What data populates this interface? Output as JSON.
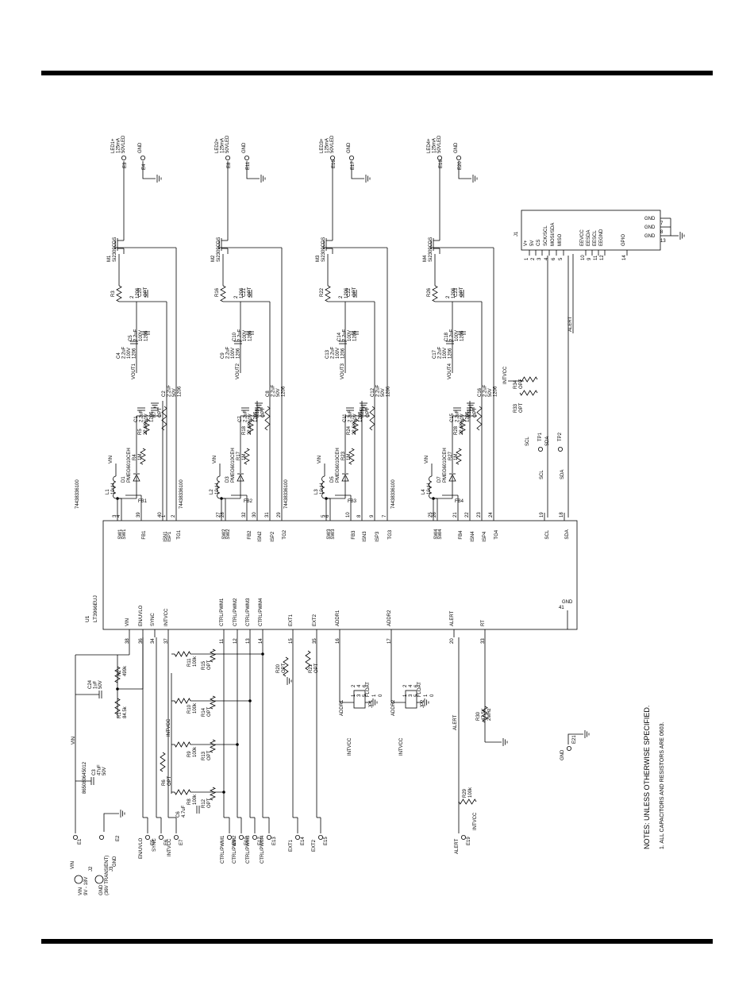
{
  "ic": {
    "ref": "U1",
    "part": "LT3966EUJ",
    "gnd_label": "GND",
    "gnd_pin": "41"
  },
  "left_pins": [
    {
      "num": "38",
      "name": "VIN"
    },
    {
      "num": "36",
      "name": "EN/UVLO"
    },
    {
      "num": "34",
      "name": "SYNC"
    },
    {
      "num": "37",
      "name": "INTVCC"
    },
    {
      "num": "11",
      "name": "CTRL/PWM1"
    },
    {
      "num": "12",
      "name": "CTRL/PWM2"
    },
    {
      "num": "13",
      "name": "CTRL/PWM3"
    },
    {
      "num": "14",
      "name": "CTRL/PWM4"
    },
    {
      "num": "15",
      "name": "EXT1"
    },
    {
      "num": "35",
      "name": "EXT2"
    },
    {
      "num": "16",
      "name": "ADDR1"
    },
    {
      "num": "17",
      "name": "ADDR2"
    },
    {
      "num": "20",
      "name": "ALERT"
    },
    {
      "num": "33",
      "name": "RT"
    }
  ],
  "right_pins": [
    {
      "num": "3",
      "name": "SW1"
    },
    {
      "num": "4",
      "name": "SW1"
    },
    {
      "num": "39",
      "name": "FB1"
    },
    {
      "num": "40",
      "name": "ISN1"
    },
    {
      "num": "1",
      "name": "ISP1"
    },
    {
      "num": "2",
      "name": "TG1"
    },
    {
      "num": "27",
      "name": "SW2"
    },
    {
      "num": "28",
      "name": "SW2"
    },
    {
      "num": "32",
      "name": "FB2"
    },
    {
      "num": "30",
      "name": "ISN2"
    },
    {
      "num": "31",
      "name": "ISP2"
    },
    {
      "num": "29",
      "name": "TG2"
    },
    {
      "num": "5",
      "name": "SW3"
    },
    {
      "num": "6",
      "name": "SW3"
    },
    {
      "num": "10",
      "name": "FB3"
    },
    {
      "num": "8",
      "name": "ISN3"
    },
    {
      "num": "9",
      "name": "ISP3"
    },
    {
      "num": "7",
      "name": "TG3"
    },
    {
      "num": "25",
      "name": "SW4"
    },
    {
      "num": "26",
      "name": "SW4"
    },
    {
      "num": "21",
      "name": "FB4"
    },
    {
      "num": "22",
      "name": "ISN4"
    },
    {
      "num": "23",
      "name": "ISP4"
    },
    {
      "num": "24",
      "name": "TG4"
    },
    {
      "num": "19",
      "name": "SCL"
    },
    {
      "num": "18",
      "name": "SDA"
    }
  ],
  "channels": [
    {
      "inductor": {
        "ref": "L1",
        "value": "10uH",
        "part": "74438336100"
      },
      "diode": {
        "ref": "D1",
        "part": "PMEG6010CEH"
      },
      "fb": "FB1",
      "vin": "VIN",
      "c_out_a": {
        "ref": "C1",
        "v": [
          "2.2uF",
          "50V",
          "1206"
        ]
      },
      "c_out_b": {
        "ref": "C2",
        "v": [
          "2.2uF",
          "50V",
          "1206"
        ]
      },
      "r_top": {
        "ref": "R4",
        "value": "1M"
      },
      "r_bot": {
        "ref": "R5",
        "value": "22.6K"
      },
      "r_opt": {
        "ref": "R7",
        "value": "OPT"
      },
      "vout": "VOUT1",
      "c_v1": {
        "ref": "C4",
        "v": [
          "2.2uF",
          "100V",
          "1206"
        ]
      },
      "c_v2": {
        "ref": "C5",
        "v": [
          "2.2uF",
          "100V",
          "1206"
        ]
      },
      "r_sense": {
        "ref": "R3",
        "v": [
          "2",
          "1206"
        ]
      },
      "c_opt": {
        "ref": "C20",
        "value": "OPT"
      },
      "mosfet": {
        "ref": "M1",
        "part": "Si2309CDS"
      },
      "led_term": {
        "ref": "E3",
        "label": "LED1+",
        "spec": [
          "125mA",
          "50VLED"
        ]
      },
      "gnd_term": {
        "ref": "E4",
        "label": "GND"
      }
    },
    {
      "inductor": {
        "ref": "L2",
        "value": "10uH",
        "part": "74438336100"
      },
      "diode": {
        "ref": "D3",
        "part": "PMEG6010CEH"
      },
      "fb": "FB2",
      "vin": "VIN",
      "c_out_a": {
        "ref": "C7",
        "v": [
          "2.2uF",
          "50V",
          "1206"
        ]
      },
      "c_out_b": {
        "ref": "C8",
        "v": [
          "2.2uF",
          "50V",
          "1206"
        ]
      },
      "r_top": {
        "ref": "R17",
        "value": "1M"
      },
      "r_bot": {
        "ref": "R18",
        "value": "22.6K"
      },
      "r_opt": {
        "ref": "R19",
        "value": "OPT"
      },
      "vout": "VOUT2",
      "c_v1": {
        "ref": "C9",
        "v": [
          "2.2uF",
          "100V",
          "1206"
        ]
      },
      "c_v2": {
        "ref": "C10",
        "v": [
          "2.2uF",
          "100V",
          "1206"
        ]
      },
      "r_sense": {
        "ref": "R16",
        "v": [
          "2",
          "1206"
        ]
      },
      "c_opt": {
        "ref": "C21",
        "value": "OPT"
      },
      "mosfet": {
        "ref": "M2",
        "part": "Si2309CDS"
      },
      "led_term": {
        "ref": "E8",
        "label": "LED2+",
        "spec": [
          "125mA",
          "50VLED"
        ]
      },
      "gnd_term": {
        "ref": "E11",
        "label": "GND"
      }
    },
    {
      "inductor": {
        "ref": "L3",
        "value": "10uH",
        "part": "74438336100"
      },
      "diode": {
        "ref": "D5",
        "part": "PMEG6010CEH"
      },
      "fb": "FB3",
      "vin": "VIN",
      "c_out_a": {
        "ref": "C11",
        "v": [
          "2.2uF",
          "50V",
          "1206"
        ]
      },
      "c_out_b": {
        "ref": "C12",
        "v": [
          "2.2uF",
          "50V",
          "1206"
        ]
      },
      "r_top": {
        "ref": "R23",
        "value": "1M"
      },
      "r_bot": {
        "ref": "R24",
        "value": "22.6K"
      },
      "r_opt": {
        "ref": "R25",
        "value": "OPT"
      },
      "vout": "VOUT3",
      "c_v1": {
        "ref": "C13",
        "v": [
          "2.2uF",
          "100V",
          "1206"
        ]
      },
      "c_v2": {
        "ref": "C14",
        "v": [
          "2.2uF",
          "100V",
          "1206"
        ]
      },
      "r_sense": {
        "ref": "R22",
        "v": [
          "2",
          "1206"
        ]
      },
      "c_opt": {
        "ref": "C22",
        "value": "OPT"
      },
      "mosfet": {
        "ref": "M3",
        "part": "Si2309CDS"
      },
      "led_term": {
        "ref": "E16",
        "label": "LED3+",
        "spec": [
          "125mA",
          "50VLED"
        ]
      },
      "gnd_term": {
        "ref": "E17",
        "label": "GND"
      }
    },
    {
      "inductor": {
        "ref": "L4",
        "value": "10uH",
        "part": "74438336100"
      },
      "diode": {
        "ref": "D7",
        "part": "PMEG6010CEH"
      },
      "fb": "FB4",
      "vin": "VIN",
      "c_out_a": {
        "ref": "C15",
        "v": [
          "2.2uF",
          "50V",
          "1206"
        ]
      },
      "c_out_b": {
        "ref": "C16",
        "v": [
          "2.2uF",
          "50V",
          "1206"
        ]
      },
      "r_top": {
        "ref": "R27",
        "value": "1M"
      },
      "r_bot": {
        "ref": "R28",
        "value": "22.6K"
      },
      "r_opt": {
        "ref": "R31",
        "value": "OPT"
      },
      "vout": "VOUT4",
      "c_v1": {
        "ref": "C17",
        "v": [
          "2.2uF",
          "100V",
          "1206"
        ]
      },
      "c_v2": {
        "ref": "C18",
        "v": [
          "2.2uF",
          "100V",
          "1206"
        ]
      },
      "r_sense": {
        "ref": "R26",
        "v": [
          "2",
          "1206"
        ]
      },
      "c_opt": {
        "ref": "C23",
        "value": "OPT"
      },
      "mosfet": {
        "ref": "M4",
        "part": "Si2309CDS"
      },
      "led_term": {
        "ref": "E18",
        "label": "LED4+",
        "spec": [
          "125mA",
          "50VLED"
        ]
      },
      "gnd_term": {
        "ref": "E20",
        "label": "GND"
      }
    }
  ],
  "input": {
    "j2": {
      "ref": "J2",
      "l1": "VIN",
      "l2": "9V - 18V"
    },
    "j3": {
      "ref": "J3",
      "l1": "GND",
      "l2": "(36V TRANSIENT)"
    },
    "e1": {
      "ref": "E1",
      "label": "VIN"
    },
    "e2": {
      "ref": "E2",
      "label": "GND"
    },
    "c3": {
      "ref": "C3",
      "v": [
        "47uF",
        "50V"
      ]
    },
    "cap_part": "865080645012",
    "vin": "VIN",
    "c24": {
      "ref": "C24",
      "v": [
        "1uF",
        "50V"
      ]
    },
    "r1": {
      "ref": "R1",
      "value": "84.5k"
    },
    "r2": {
      "ref": "R2",
      "value": "499k"
    }
  },
  "left_terms": [
    {
      "ref": "E5",
      "label": "EN/UVLO"
    },
    {
      "ref": "E6",
      "label": "SYNC"
    },
    {
      "ref": "E7",
      "label": "INTVCC"
    },
    {
      "ref": "E9",
      "label": "CTRL/PWM1"
    },
    {
      "ref": "E10",
      "label": "CTRL/PWM2"
    },
    {
      "ref": "E12",
      "label": "CTRL/PWM3"
    },
    {
      "ref": "E13",
      "label": "CTRL/PWM4"
    },
    {
      "ref": "E14",
      "label": "EXT1"
    },
    {
      "ref": "E15",
      "label": "EXT2"
    },
    {
      "ref": "E19",
      "label": "ALERT"
    },
    {
      "ref": "E21",
      "label": "GND"
    }
  ],
  "ctrl": {
    "r6": {
      "ref": "R6",
      "value": "OPT"
    },
    "c6": {
      "ref": "C6",
      "value": "4.7uF"
    },
    "intvcc": "INTVCC",
    "res": [
      {
        "ref": "R8",
        "value": "100k",
        "opt": "R12",
        "optv": "OPT"
      },
      {
        "ref": "R9",
        "value": "100k",
        "opt": "R13",
        "optv": "OPT"
      },
      {
        "ref": "R10",
        "value": "100k",
        "opt": "R14",
        "optv": "OPT"
      },
      {
        "ref": "R11",
        "value": "100k",
        "opt": "R15",
        "optv": "OPT"
      }
    ],
    "r20": {
      "ref": "R20",
      "value": "OPT"
    },
    "r21": {
      "ref": "R21",
      "value": "OPT"
    },
    "r29": {
      "ref": "R29",
      "value": "100k",
      "net": "INTVCC"
    },
    "r30": {
      "ref": "R30",
      "v": [
        "47.5K",
        "2MHz"
      ]
    },
    "alert": "ALERT"
  },
  "jumpers": [
    {
      "ref": "JP1",
      "title": "ADDR1",
      "net": "INTVCC",
      "opts": [
        "FLOAT",
        "1",
        "0"
      ],
      "pins": [
        "1",
        "2",
        "3",
        "4",
        "5",
        "6"
      ]
    },
    {
      "ref": "JP2",
      "title": "ADDR2",
      "net": "INTVCC",
      "opts": [
        "FLOAT",
        "1",
        "0"
      ],
      "pins": [
        "1",
        "2",
        "3",
        "4",
        "5",
        "6"
      ]
    }
  ],
  "connector": {
    "ref": "J1",
    "pins": [
      {
        "num": "1",
        "name": "V+"
      },
      {
        "num": "2",
        "name": "5V"
      },
      {
        "num": "3",
        "name": "CS"
      },
      {
        "num": "4",
        "name": "SCK/SCL"
      },
      {
        "num": "6",
        "name": "MOSI/SDA"
      },
      {
        "num": "5",
        "name": "MISO"
      },
      {
        "num": "10",
        "name": "EEVCC"
      },
      {
        "num": "9",
        "name": "EESDA"
      },
      {
        "num": "11",
        "name": "EESCL"
      },
      {
        "num": "12",
        "name": "EEGND"
      },
      {
        "num": "14",
        "name": "GPIO"
      }
    ],
    "gnds": [
      {
        "num": "7",
        "name": "GND"
      },
      {
        "num": "8",
        "name": "GND"
      },
      {
        "num": "13",
        "name": "GND"
      }
    ],
    "alert": "ALERT"
  },
  "i2c": {
    "r33": {
      "ref": "R33",
      "value": "OPT"
    },
    "r34": {
      "ref": "R34",
      "value": "OPT"
    },
    "intvcc": "INTVCC",
    "tp1": {
      "ref": "TP1",
      "label": "SCL"
    },
    "tp2": {
      "ref": "TP2",
      "label": "SDA"
    },
    "scl": "SCL",
    "sda": "SDA"
  },
  "notes": {
    "title": "NOTES: UNLESS OTHERWISE SPECIFIED.",
    "items": [
      "1.  ALL CAPACITORS AND RESISTORS ARE 0603."
    ]
  }
}
